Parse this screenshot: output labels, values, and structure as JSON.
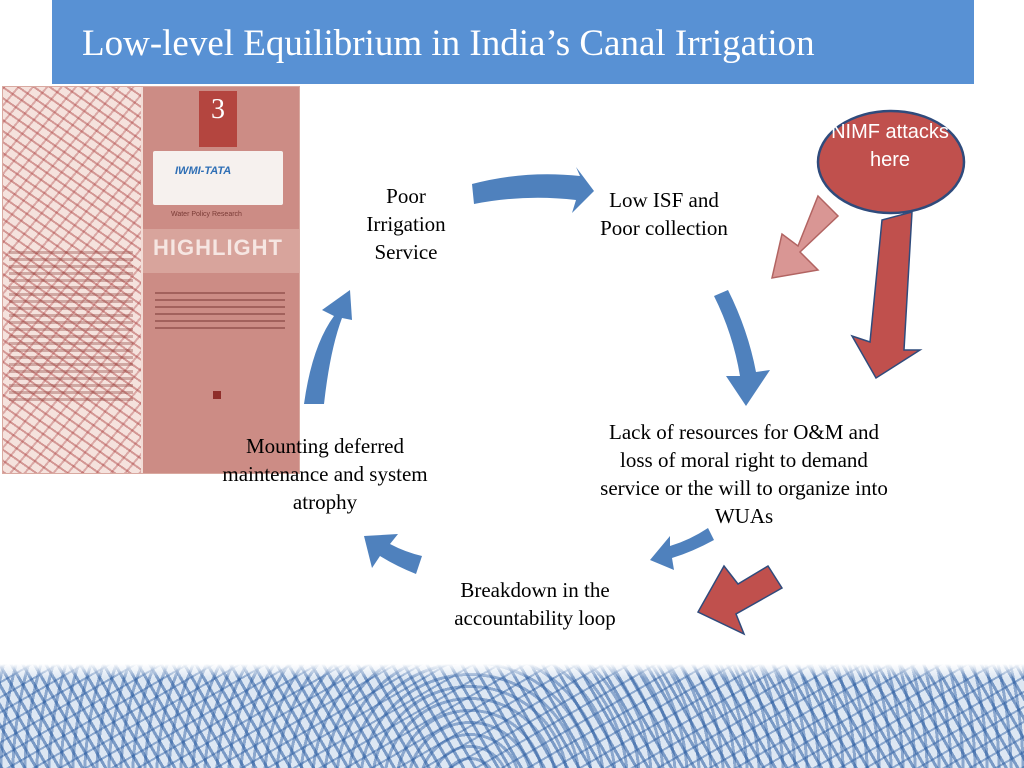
{
  "slide": {
    "title": "Low-level Equilibrium in India’s Canal Irrigation"
  },
  "cover": {
    "issue_number": "3",
    "brand": "IWMI-TATA",
    "series": "Water Policy Research",
    "headline": "HIGHLIGHT"
  },
  "cycle": {
    "nodes": [
      "Poor Irrigation Service",
      "Low ISF and Poor collection",
      "Lack of  resources for O&M and loss of moral right to demand service or the will to organize into WUAs",
      "Breakdown in the accountability loop",
      "Mounting deferred maintenance and system atrophy"
    ]
  },
  "callout": {
    "text": "NIMF attacks here"
  },
  "colors": {
    "title_bar": "#5891d4",
    "cycle_arrow": "#4f81bd",
    "callout_fill": "#c0504d",
    "callout_border": "#2f4b7c",
    "faded_arrow": "#d99694"
  }
}
